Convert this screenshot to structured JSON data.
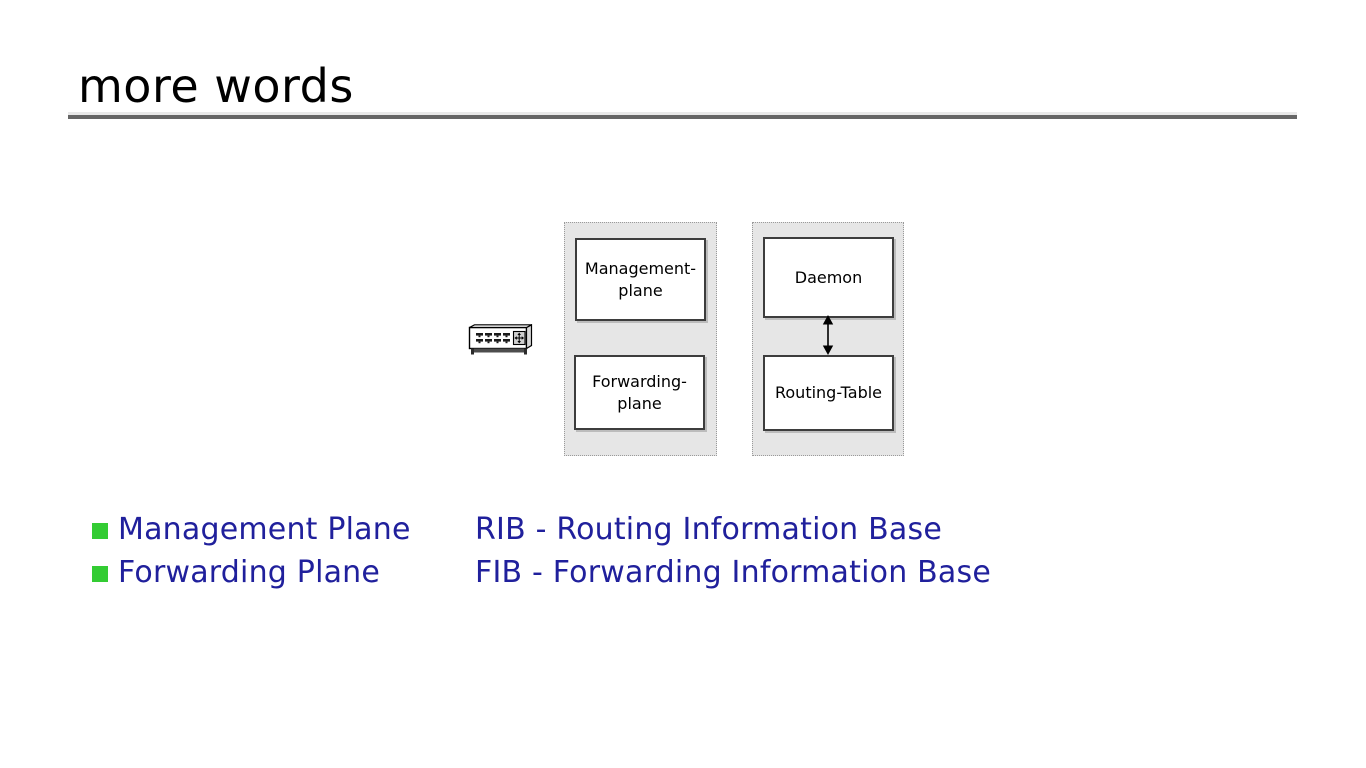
{
  "slide": {
    "title": "more words",
    "background_color": "#ffffff",
    "accent_color": "#20209c",
    "bullet_color": "#33cc33",
    "rule_color": "#666666"
  },
  "diagram": {
    "device_icon": {
      "name": "router-switch-icon",
      "alt": "network router device"
    },
    "groups": [
      {
        "id": "group-device",
        "label": "",
        "nodes": [
          {
            "id": "node-management-plane",
            "line1": "Management-",
            "line2": "plane"
          },
          {
            "id": "node-forwarding-plane",
            "line1": "Forwarding-",
            "line2": "plane"
          }
        ]
      },
      {
        "id": "group-software",
        "label": "",
        "nodes": [
          {
            "id": "node-daemon",
            "line1": "Daemon",
            "line2": ""
          },
          {
            "id": "node-routing-table",
            "line1": "Routing-Table",
            "line2": ""
          }
        ],
        "connector": {
          "name": "bidirectional-arrow",
          "from": "node-daemon",
          "to": "node-routing-table"
        }
      }
    ]
  },
  "bullets": [
    {
      "label": "Management Plane"
    },
    {
      "label": "Forwarding Plane"
    }
  ],
  "expansions": [
    {
      "text": "RIB - Routing Information Base"
    },
    {
      "text": "FIB - Forwarding Information Base"
    }
  ]
}
